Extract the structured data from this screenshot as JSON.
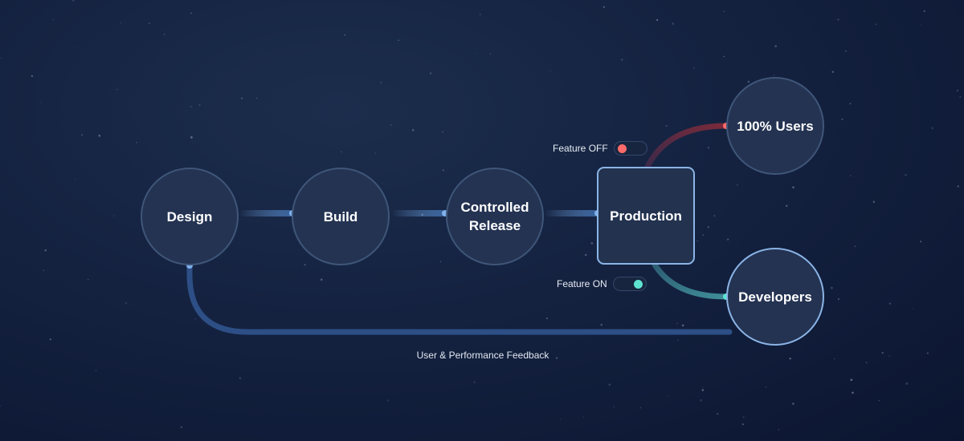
{
  "nodes": {
    "design": "Design",
    "build": "Build",
    "controlled_release": [
      "Controlled",
      "Release"
    ],
    "production": "Production",
    "all_users": "100% Users",
    "developers": "Developers"
  },
  "toggles": {
    "feature_off": {
      "label": "Feature OFF",
      "state": "off"
    },
    "feature_on": {
      "label": "Feature ON",
      "state": "on"
    }
  },
  "feedback_label": "User & Performance Feedback",
  "colors": {
    "background": "#101c36",
    "node_fill": "#243352",
    "node_border": "#3f5679",
    "highlight_border": "#8bb4e6",
    "off_path": "#6b2a3a",
    "off_dot": "#ff6b6b",
    "on_path": "#3a7e8a",
    "on_dot": "#5ee3d1",
    "feedback_path": "#2d4f86",
    "connector_dot": "#7fb0ea"
  }
}
